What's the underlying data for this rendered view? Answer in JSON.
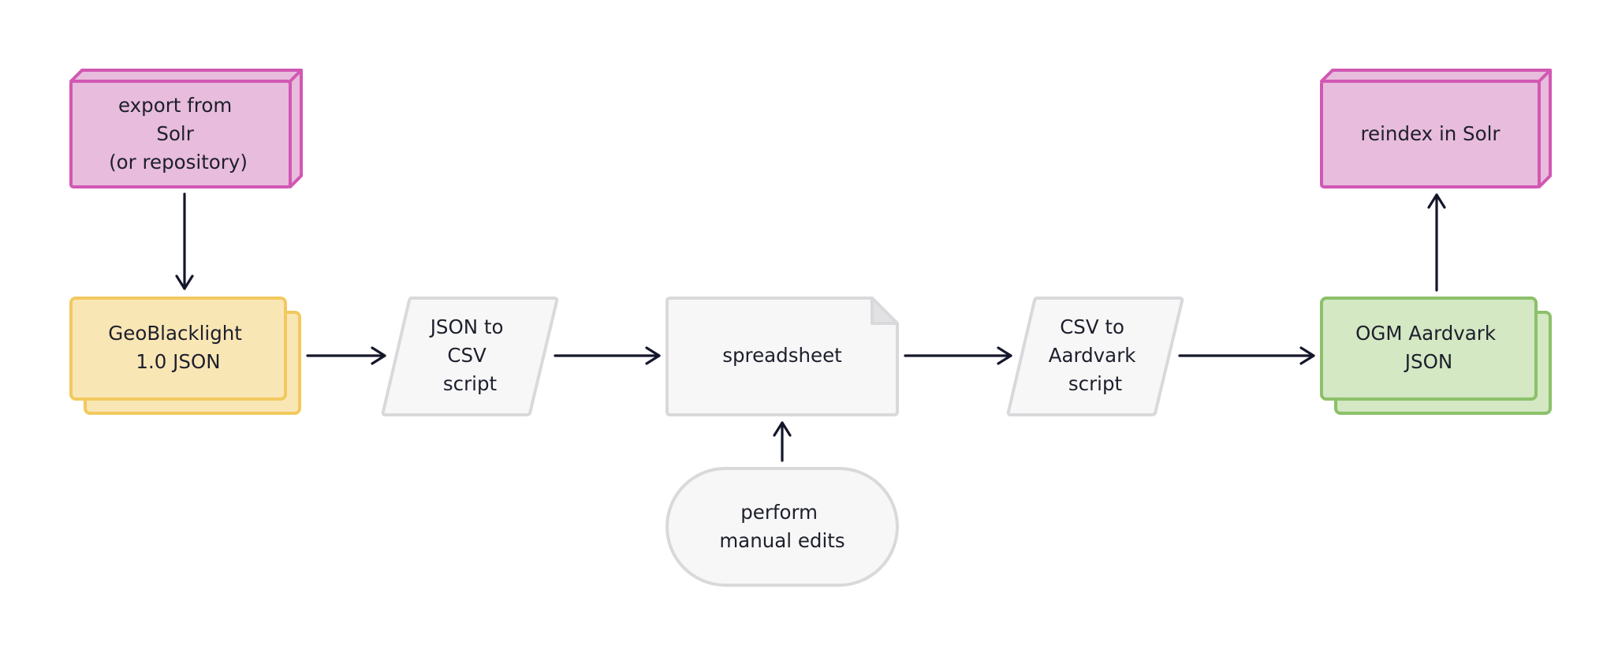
{
  "colors": {
    "storage_fill": "#e8bcdc",
    "storage_stroke": "#d158b3",
    "source_fill": "#f9e6b5",
    "source_stroke": "#f2c95e",
    "output_fill": "#d3e8c3",
    "output_stroke": "#8cc06a",
    "process_fill": "#f7f7f7",
    "process_stroke": "#d9d9dc",
    "edge": "#14172a",
    "text": "#1d1f2c"
  },
  "nodes": {
    "export_from_solr": {
      "lines": [
        "export from",
        "Solr",
        "(or repository)"
      ]
    },
    "geoblacklight_json": {
      "lines": [
        "GeoBlacklight",
        "1.0 JSON"
      ]
    },
    "json_to_csv_script": {
      "lines": [
        "JSON to",
        "CSV",
        "script"
      ]
    },
    "spreadsheet": {
      "lines": [
        "spreadsheet"
      ]
    },
    "perform_manual_edits": {
      "lines": [
        "perform",
        "manual edits"
      ]
    },
    "csv_to_aardvark_script": {
      "lines": [
        "CSV to",
        "Aardvark",
        "script"
      ]
    },
    "ogm_aardvark_json": {
      "lines": [
        "OGM Aardvark",
        "JSON"
      ]
    },
    "reindex_in_solr": {
      "lines": [
        "reindex in Solr"
      ]
    }
  }
}
